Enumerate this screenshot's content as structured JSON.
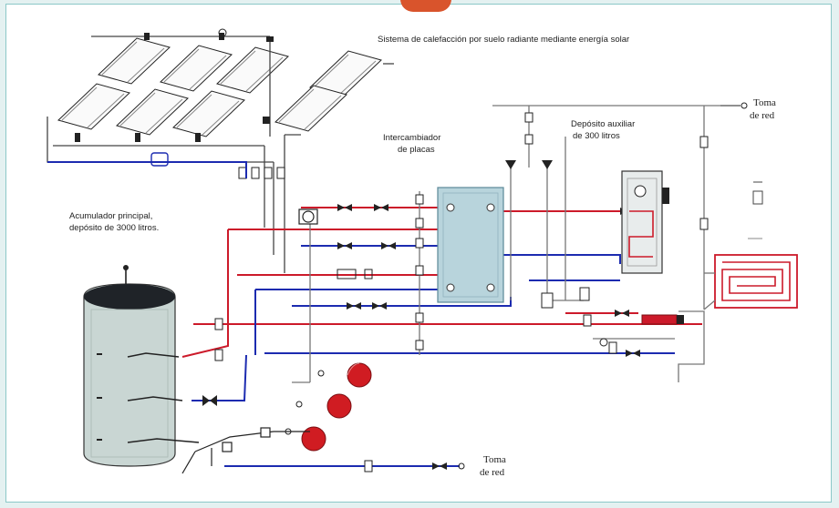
{
  "diagram": {
    "title": "Sistema de calefacción por suelo radiante mediante energía solar",
    "labels": {
      "exchanger_line1": "Intercambiador",
      "exchanger_line2": "de placas",
      "main_tank_line1": "Acumulador principal,",
      "main_tank_line2": "depósito de 3000 litros.",
      "aux_tank_line1": "Depósito auxiliar",
      "aux_tank_line2": "de 300 litros",
      "water_intake_top_line1": "Toma",
      "water_intake_top_line2": "de red",
      "water_intake_bottom_line1": "Toma",
      "water_intake_bottom_line2": "de red"
    }
  },
  "colors": {
    "hot_pipe": "#cc1a2a",
    "cold_pipe": "#1c2bb0",
    "expansion_vessel": "#d01c22",
    "exchanger": "#b8d4dc",
    "tank": "#c9d6d3",
    "frame_border": "#8cc8c8",
    "accent_tab": "#d9542c"
  }
}
